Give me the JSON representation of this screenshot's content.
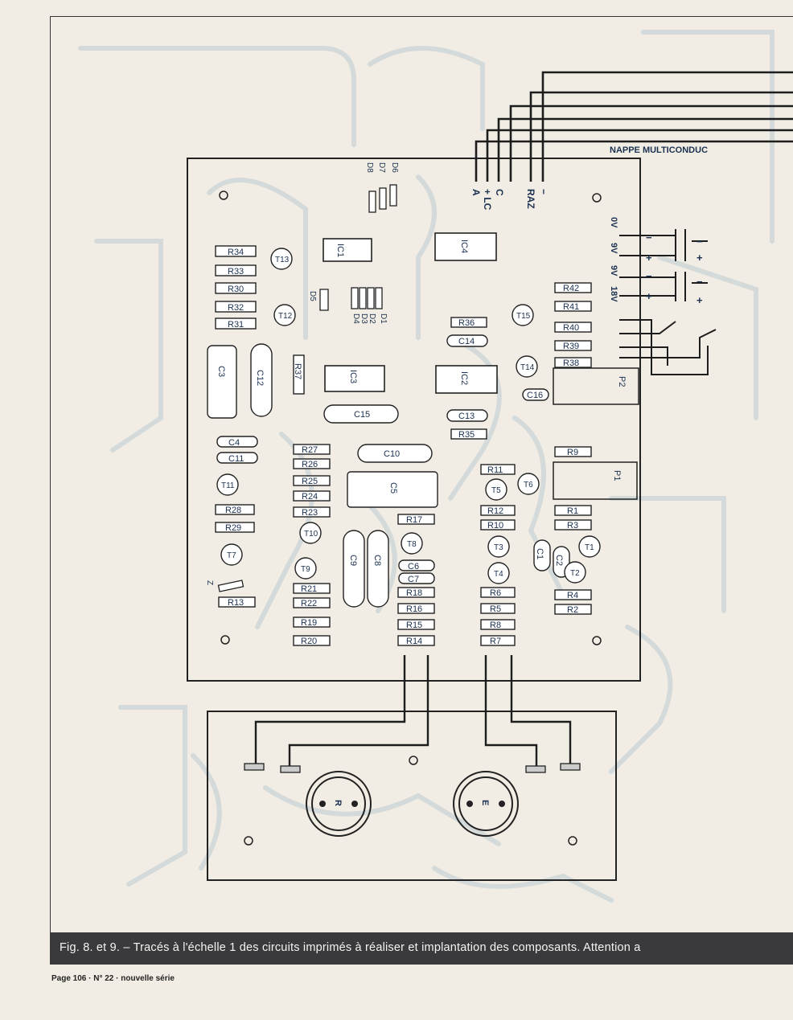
{
  "figure": {
    "cable_label": "NAPPE MULTICONDUC",
    "connector_labels": [
      "A",
      "+ LC",
      "C",
      "RAZ",
      "−"
    ],
    "caption": "Fig. 8. et 9. – Tracés à l'échelle 1 des circuits imprimés à réaliser et implantation des composants. Attention a",
    "footer": "Page 106 · N° 22 · nouvelle série"
  },
  "power": {
    "labels": [
      "0V",
      "9V",
      "9V",
      "18V"
    ]
  },
  "resistors": [
    "R34",
    "R33",
    "R30",
    "R32",
    "R31",
    "R37",
    "R27",
    "R26",
    "R25",
    "R24",
    "R23",
    "R28",
    "R29",
    "R13",
    "R21",
    "R22",
    "R19",
    "R20",
    "R17",
    "R18",
    "R16",
    "R15",
    "R14",
    "R36",
    "R35",
    "R11",
    "R12",
    "R10",
    "R6",
    "R5",
    "R8",
    "R7",
    "R42",
    "R41",
    "R40",
    "R39",
    "R38",
    "R9",
    "R1",
    "R3",
    "R4",
    "R2"
  ],
  "capacitors": [
    "C3",
    "C12",
    "C4",
    "C11",
    "C15",
    "C10",
    "C5",
    "C9",
    "C8",
    "C6",
    "C7",
    "C14",
    "C13",
    "C16",
    "C1",
    "C2"
  ],
  "transistors": [
    "T13",
    "T12",
    "T11",
    "T7",
    "T10",
    "T9",
    "T8",
    "T15",
    "T14",
    "T5",
    "T6",
    "T3",
    "T4",
    "T1",
    "T2"
  ],
  "ics": [
    "IC1",
    "IC4",
    "IC3",
    "IC2"
  ],
  "diodes": [
    "D5",
    "D4",
    "D3",
    "D2",
    "D1",
    "D6",
    "D7",
    "D8",
    "Z"
  ],
  "trimmers": [
    "P2",
    "P1"
  ],
  "sensors": [
    "R",
    "E"
  ]
}
